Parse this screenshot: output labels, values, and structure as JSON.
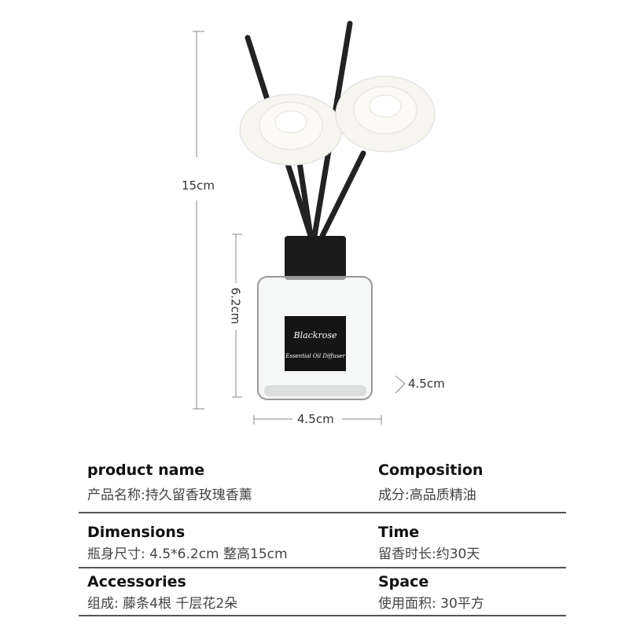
{
  "dimensions": {
    "height_total": "15cm",
    "height_bottle": "6.2cm",
    "depth": "4.5cm",
    "width": "4.5cm"
  },
  "label": {
    "brand": "Blackrose",
    "subtitle": "Essential Oil Diffuser"
  },
  "specs": [
    {
      "title": "product name",
      "value": "产品名称:持久留香玫瑰香薰"
    },
    {
      "title": "Composition",
      "value": "成分:高品质精油"
    },
    {
      "title": "Dimensions",
      "value": "瓶身尺寸: 4.5*6.2cm 整高15cm"
    },
    {
      "title": "Time",
      "value": "留香时长:约30天"
    },
    {
      "title": "Accessories",
      "value": "组成: 藤条4根 千层花2朵"
    },
    {
      "title": "Space",
      "value": "使用面积: 30平方"
    }
  ]
}
